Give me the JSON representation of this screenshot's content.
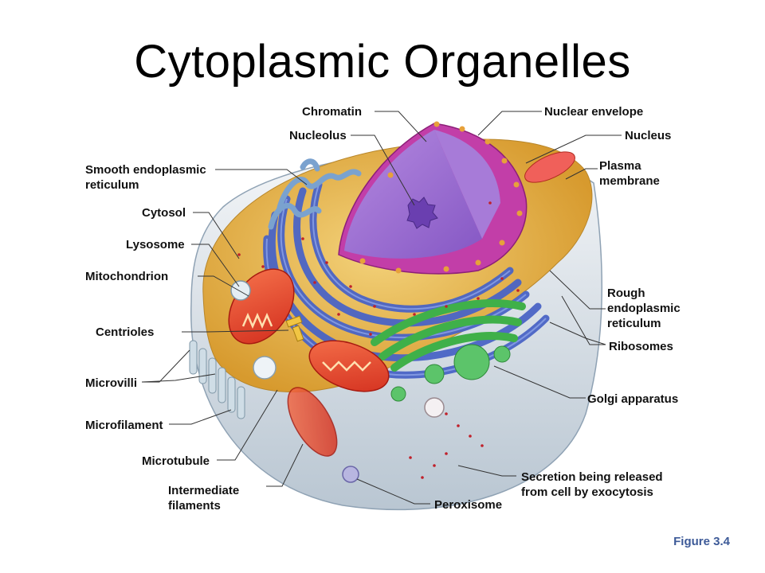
{
  "title": "Cytoplasmic Organelles",
  "figure_caption": "Figure 3.4",
  "labels": {
    "chromatin": "Chromatin",
    "nucleolus": "Nucleolus",
    "nuclear_envelope": "Nuclear envelope",
    "nucleus": "Nucleus",
    "plasma_membrane_1": "Plasma",
    "plasma_membrane_2": "membrane",
    "smooth_er_1": "Smooth endoplasmic",
    "smooth_er_2": "reticulum",
    "cytosol": "Cytosol",
    "lysosome": "Lysosome",
    "mitochondrion": "Mitochondrion",
    "centrioles": "Centrioles",
    "microvilli": "Microvilli",
    "microfilament": "Microfilament",
    "microtubule": "Microtubule",
    "intermediate_1": "Intermediate",
    "intermediate_2": "filaments",
    "rough_er_1": "Rough",
    "rough_er_2": "endoplasmic",
    "rough_er_3": "reticulum",
    "ribosomes": "Ribosomes",
    "golgi": "Golgi apparatus",
    "secretion_1": "Secretion being released",
    "secretion_2": "from cell by exocytosis",
    "peroxisome": "Peroxisome"
  },
  "colors": {
    "cytoplasm": "#e8b84a",
    "membrane": "#dfe6ee",
    "nucleus_cut": "#9b6fd0",
    "nuclear_envelope": "#c23ea8",
    "rough_er": "#4a64c6",
    "smooth_er": "#7aa2cf",
    "golgi": "#3fb049",
    "mitochondrion": "#e8462a",
    "ribosome": "#c0202a"
  }
}
